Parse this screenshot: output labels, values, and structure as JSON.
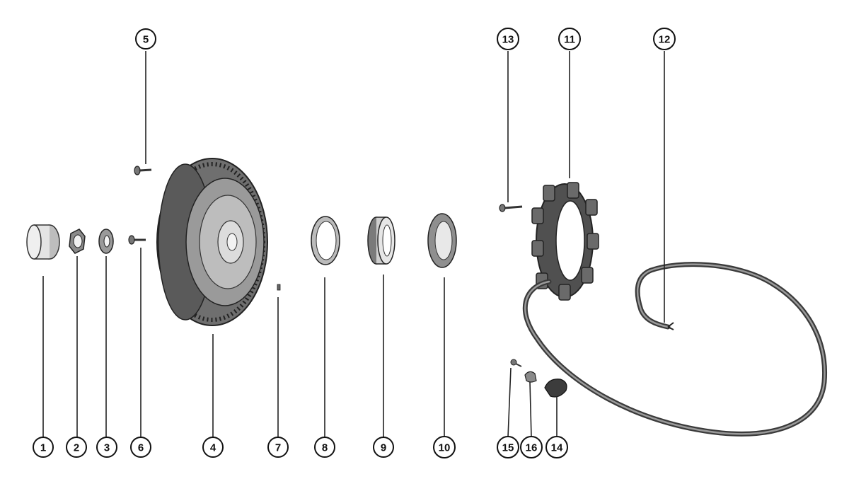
{
  "callouts": [
    {
      "id": "1",
      "label": "1"
    },
    {
      "id": "2",
      "label": "2"
    },
    {
      "id": "3",
      "label": "3"
    },
    {
      "id": "4",
      "label": "4"
    },
    {
      "id": "5",
      "label": "5"
    },
    {
      "id": "6",
      "label": "6"
    },
    {
      "id": "7",
      "label": "7"
    },
    {
      "id": "8",
      "label": "8"
    },
    {
      "id": "9",
      "label": "9"
    },
    {
      "id": "10",
      "label": "10"
    },
    {
      "id": "11",
      "label": "11"
    },
    {
      "id": "12",
      "label": "12"
    },
    {
      "id": "13",
      "label": "13"
    },
    {
      "id": "14",
      "label": "14"
    },
    {
      "id": "15",
      "label": "15"
    },
    {
      "id": "16",
      "label": "16"
    }
  ],
  "colors": {
    "line": "#222222",
    "metal_light": "#d9d9d9",
    "metal_dark": "#555555",
    "background": "#ffffff"
  }
}
